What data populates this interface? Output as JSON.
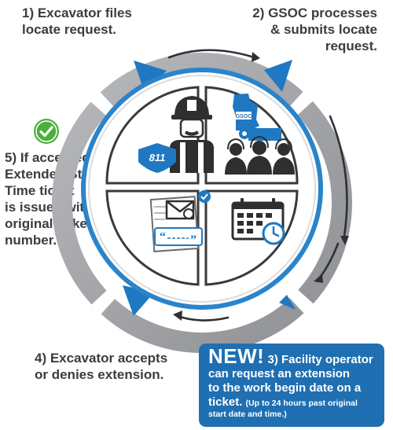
{
  "steps": {
    "step1": {
      "line1": "1) Excavator files",
      "line2": "locate request."
    },
    "step2": {
      "line1": "2) GSOC processes",
      "line2": "& submits locate",
      "line3": "request."
    },
    "step4": {
      "line1": "4) Excavator accepts",
      "line2": "or denies extension."
    },
    "step5": {
      "line1": "5) If accepted:",
      "line2": "Extended Start",
      "line3": "Time ticket",
      "line4": "is issued with",
      "line5": "original ticket",
      "line6": "number."
    }
  },
  "callout": {
    "new": "NEW!",
    "step3_start": "3) Facility operator",
    "line2": "can request an extension",
    "line3": "to the work begin date on a",
    "line4_main": "ticket.",
    "line4_note": "(Up to 24 hours past original",
    "line5_note": "start date and time.)"
  },
  "icons": {
    "badge_811": "811",
    "gsoc_label": "GSOC"
  },
  "colors": {
    "ring_gray": "#9d9fa2",
    "ring_dark": "#6b6d70",
    "accent_blue": "#1f78c1",
    "callout_blue": "#1f6fb2",
    "check_green": "#4caf3c",
    "quadrant_border": "#3a3a3a"
  }
}
